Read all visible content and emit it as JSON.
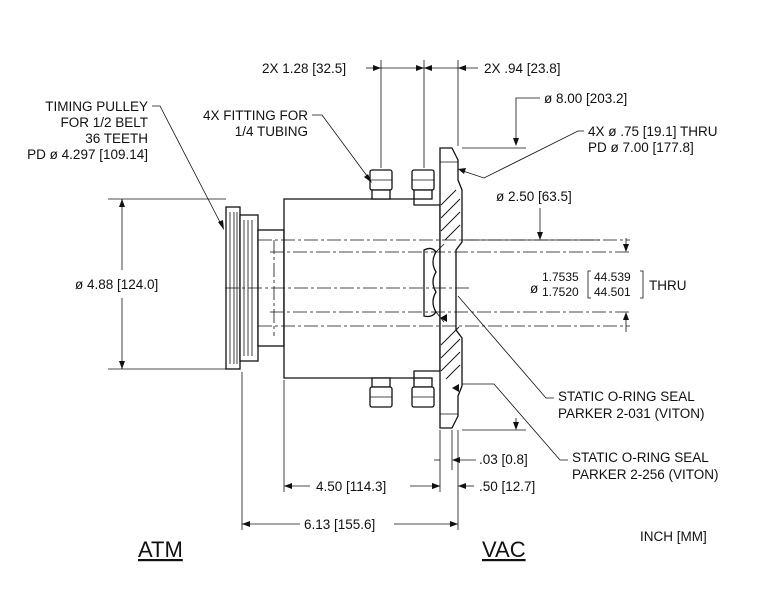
{
  "labels": {
    "timing_pulley": [
      "TIMING PULLEY",
      "FOR 1/2 BELT",
      "36 TEETH",
      "PD ø 4.297 [109.14]"
    ],
    "fitting": [
      "4X FITTING FOR",
      "1/4 TUBING"
    ],
    "dim_top_left": "2X 1.28 [32.5]",
    "dim_top_right": "2X .94 [23.8]",
    "flange_od": "ø 8.00 [203.2]",
    "bolt_holes": [
      "4X ø .75 [19.1] THRU",
      "PD ø 7.00 [177.8]"
    ],
    "inner_dia": "ø 2.50 [63.5]",
    "housing_dia": "ø 4.88 [124.0]",
    "bore_prefix": "ø",
    "bore_in_upper": "1.7535",
    "bore_in_lower": "1.7520",
    "bore_mm_upper": "44.539",
    "bore_mm_lower": "44.501",
    "bore_suffix": "THRU",
    "oring_1": [
      "STATIC O-RING SEAL",
      "PARKER 2-031 (VITON)"
    ],
    "oring_2": [
      "STATIC O-RING SEAL",
      "PARKER 2-256 (VITON)"
    ],
    "dim_03": ".03 [0.8]",
    "dim_50": ".50 [12.7]",
    "dim_450": "4.50 [114.3]",
    "dim_613": "6.13 [155.6]",
    "units": "INCH [MM]",
    "atm": "ATM",
    "vac": "VAC"
  }
}
